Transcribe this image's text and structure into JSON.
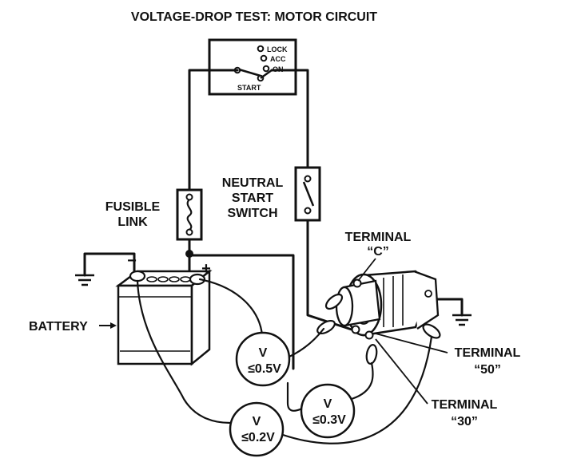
{
  "title": "VOLTAGE-DROP TEST: MOTOR CIRCUIT",
  "ignition_switch": {
    "positions": [
      "LOCK",
      "ACC",
      "ON",
      "START"
    ]
  },
  "labels": {
    "fusible_link": [
      "FUSIBLE",
      "LINK"
    ],
    "neutral_start_switch": [
      "NEUTRAL",
      "START",
      "SWITCH"
    ],
    "battery": "BATTERY",
    "terminal_c": [
      "TERMINAL",
      "“C”"
    ],
    "terminal_50": [
      "TERMINAL",
      "“50”"
    ],
    "terminal_30": [
      "TERMINAL",
      "“30”"
    ],
    "battery_neg": "−",
    "battery_pos": "+"
  },
  "meters": [
    {
      "symbol": "V",
      "reading": "≤0.5V"
    },
    {
      "symbol": "V",
      "reading": "≤0.3V"
    },
    {
      "symbol": "V",
      "reading": "≤0.2V"
    }
  ]
}
